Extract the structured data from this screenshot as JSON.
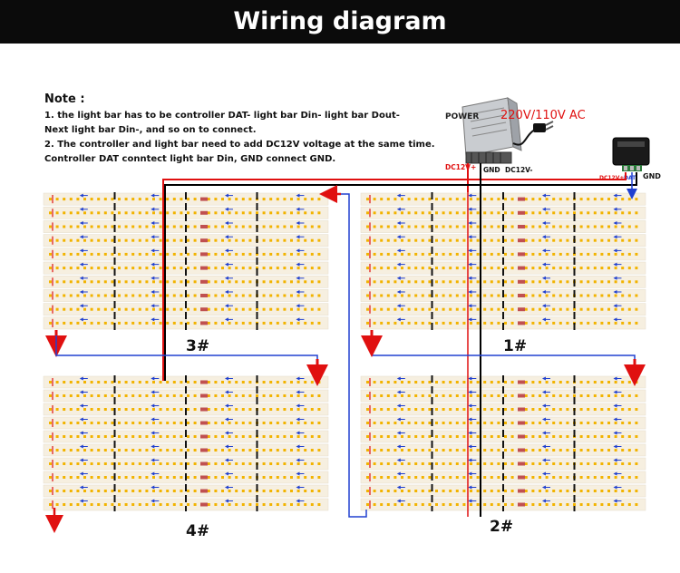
{
  "header": {
    "title": "Wiring diagram"
  },
  "note": {
    "title": "Note :",
    "line1": "1. the light bar has to be controller DAT- light bar Din- light bar Dout-",
    "line2": "Next light bar Din-, and so on to connect.",
    "line3": "2. The controller and light bar need to add DC12V voltage at the same time.",
    "line4": "Controller DAT conntect light bar Din, GND connect GND."
  },
  "power": {
    "label": "POWER",
    "ac": "220V/110V AC",
    "dc_plus": "DC12V+",
    "gnd": "GND",
    "dc_minus": "DC12V-"
  },
  "controller": {
    "dc_plus": "DC12V+",
    "dat": "DAT",
    "gnd": "GND"
  },
  "panels": {
    "p1": "1#",
    "p2": "2#",
    "p3": "3#",
    "p4": "4#"
  },
  "colors": {
    "banner": "#0b0b0b",
    "red_wire": "#e01010",
    "blue_wire": "#2040d0",
    "black_wire": "#000000",
    "led": "#f2b300",
    "strip": "#f6efe0",
    "ac_text": "#e01010"
  }
}
